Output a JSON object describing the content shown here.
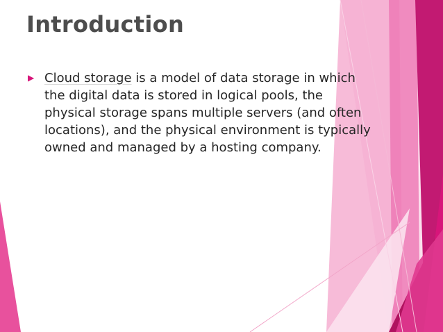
{
  "slide": {
    "title": "Introduction",
    "bullet_icon": "triangle-right-icon",
    "bullet": {
      "term": "Cloud storage",
      "line1_rest": " is a model of data storage in which",
      "line2": "the digital data is stored in logical pools, the",
      "line3": "physical storage spans multiple servers (and often",
      "line4": "locations), and the physical environment is typically",
      "line5": "owned and managed by a hosting company."
    }
  },
  "colors": {
    "accent": "#d7157a",
    "accent_dark": "#b0125f",
    "accent_light": "#f28dc2",
    "accent_pale": "#f9cde3",
    "title_text": "#4d4d4d",
    "body_text": "#262626"
  }
}
